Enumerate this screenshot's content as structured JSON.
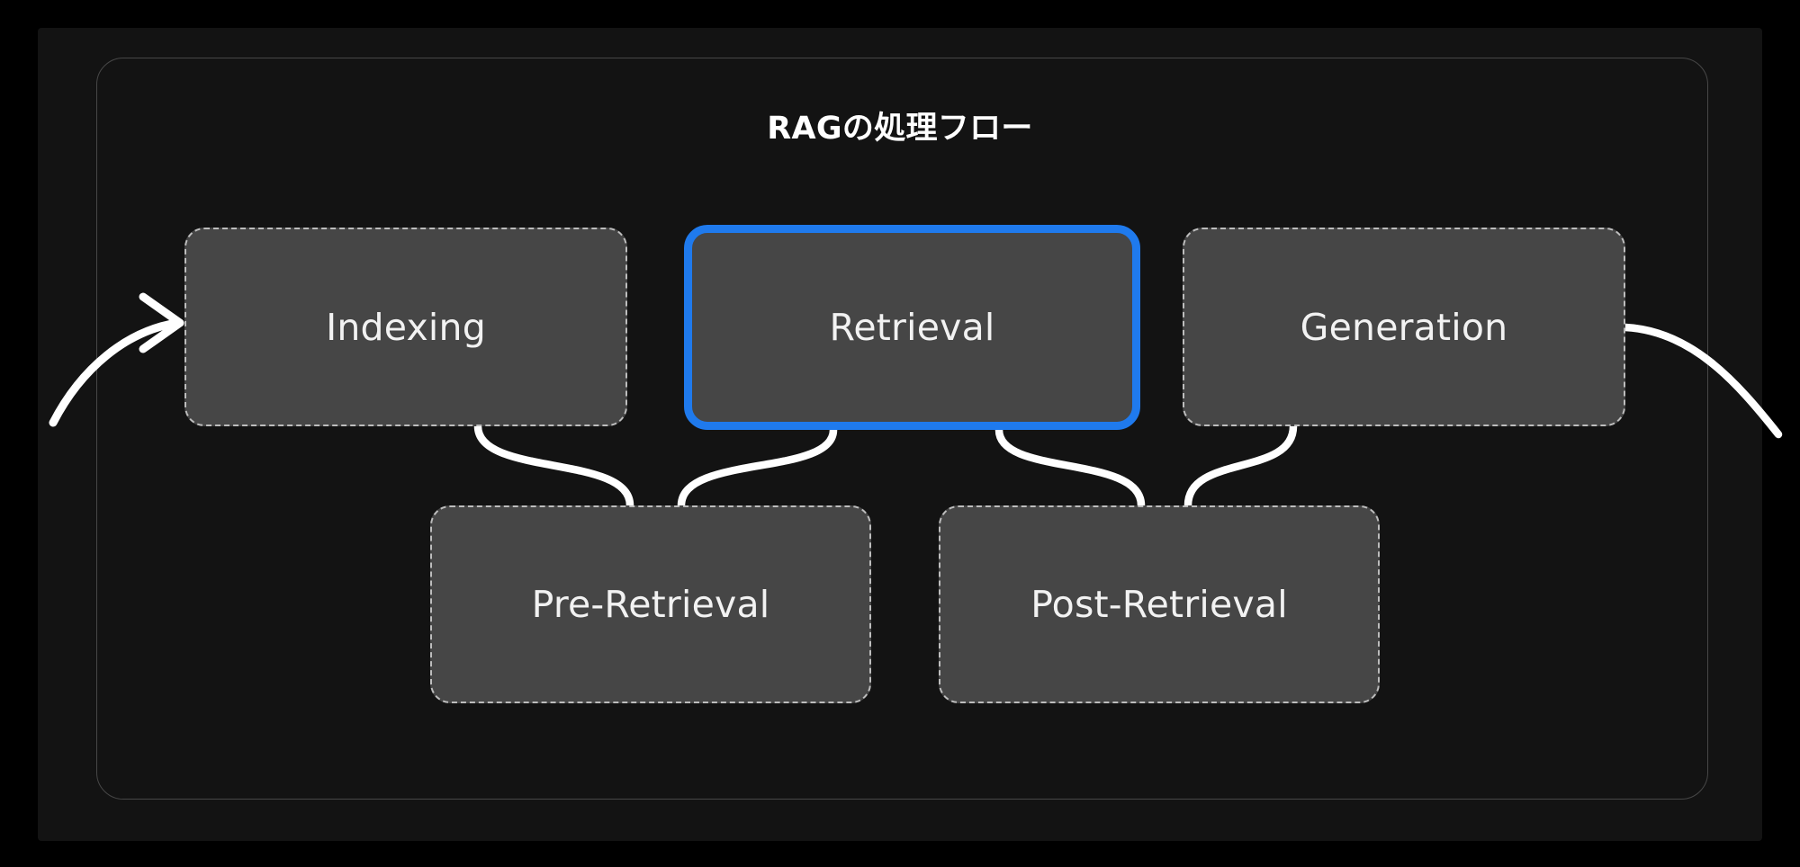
{
  "diagram": {
    "title": "RAGの処理フロー",
    "background_color": "#000000",
    "panel_color": "#131313",
    "container_border_color": "#474747",
    "node_fill_color": "#464646",
    "node_border_color": "#bdbdbd",
    "highlight_color": "#1f7aed",
    "connector_color": "#ffffff",
    "text_color": "#f2f2f2"
  },
  "nodes": {
    "top_row": [
      {
        "id": "indexing",
        "label": "Indexing",
        "style": "dashed"
      },
      {
        "id": "retrieval",
        "label": "Retrieval",
        "style": "highlight"
      },
      {
        "id": "generation",
        "label": "Generation",
        "style": "dashed"
      }
    ],
    "bottom_row": [
      {
        "id": "pre-retrieval",
        "label": "Pre-Retrieval",
        "style": "dashed"
      },
      {
        "id": "post-retrieval",
        "label": "Post-Retrieval",
        "style": "dashed"
      }
    ]
  },
  "connectors": [
    {
      "id": "entry-arrow",
      "from": "external",
      "to": "indexing",
      "arrowhead": true
    },
    {
      "id": "indexing-to-pre-retrieval",
      "from": "indexing",
      "to": "pre-retrieval",
      "arrowhead": false
    },
    {
      "id": "pre-retrieval-to-retrieval",
      "from": "pre-retrieval",
      "to": "retrieval",
      "arrowhead": false
    },
    {
      "id": "retrieval-to-post-retrieval",
      "from": "retrieval",
      "to": "post-retrieval",
      "arrowhead": false
    },
    {
      "id": "post-retrieval-to-generation",
      "from": "post-retrieval",
      "to": "generation",
      "arrowhead": false
    },
    {
      "id": "exit-line",
      "from": "generation",
      "to": "external",
      "arrowhead": false
    }
  ]
}
